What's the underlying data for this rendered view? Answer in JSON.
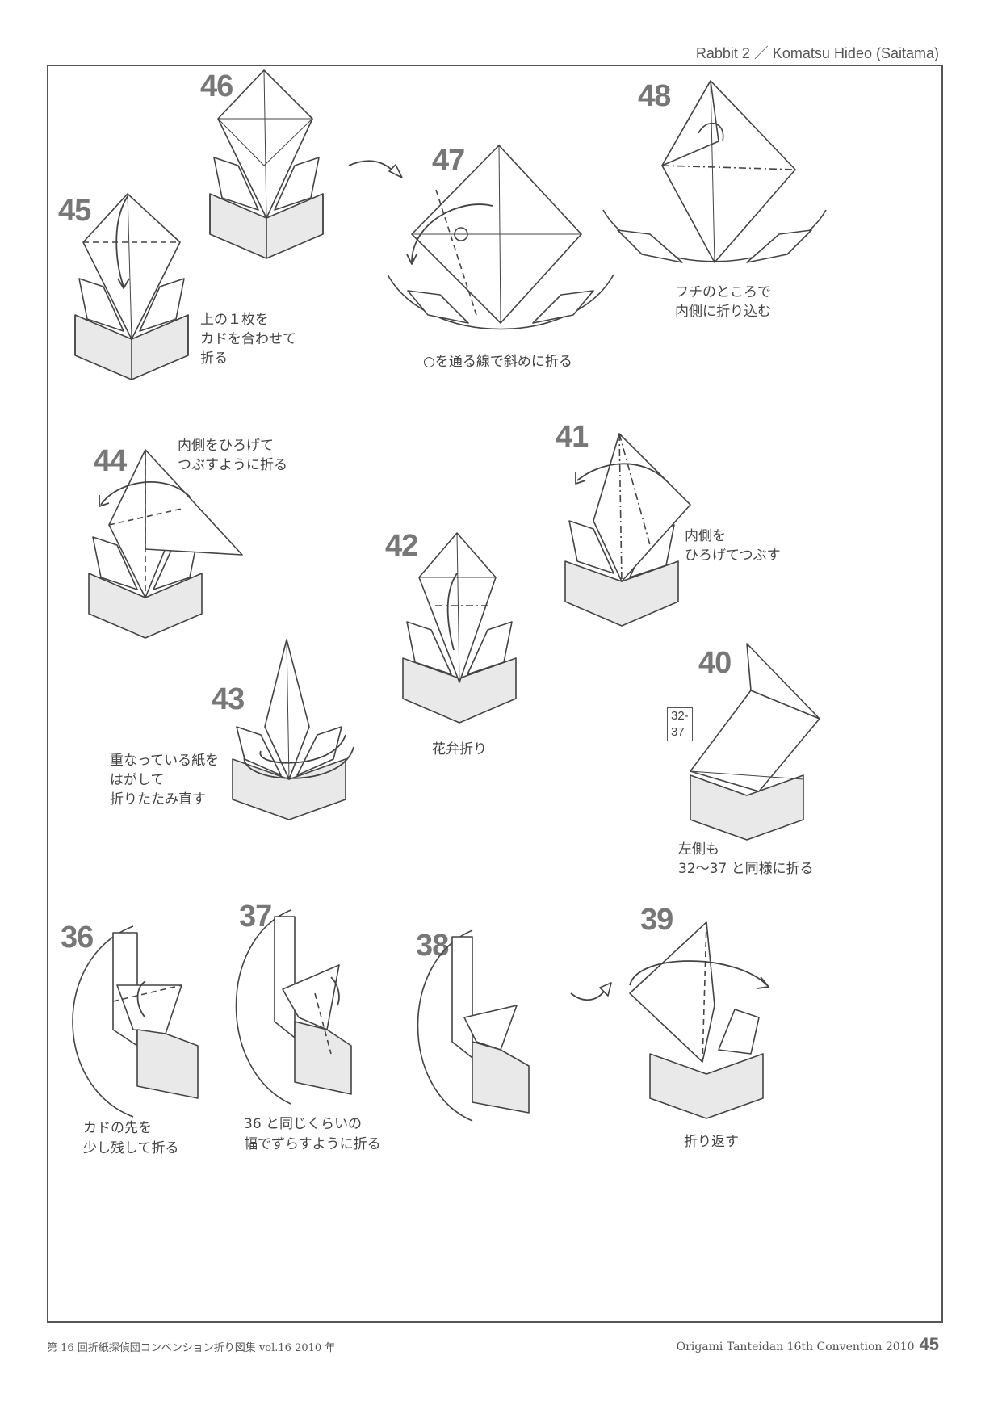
{
  "header": {
    "title": "Rabbit 2 ／ Komatsu Hideo (Saitama)"
  },
  "steps": [
    {
      "num": "45",
      "caption": [
        "上の１枚を",
        "カドを合わせて",
        "折る"
      ]
    },
    {
      "num": "46",
      "caption": []
    },
    {
      "num": "47",
      "caption": [
        "○を通る線で斜めに折る"
      ]
    },
    {
      "num": "48",
      "caption": [
        "フチのところで",
        "内側に折り込む"
      ]
    },
    {
      "num": "44",
      "caption": [
        "内側をひろげて",
        "つぶすように折る"
      ]
    },
    {
      "num": "41",
      "caption": [
        "内側を",
        "ひろげてつぶす"
      ]
    },
    {
      "num": "42",
      "caption": [
        "花弁折り"
      ]
    },
    {
      "num": "43",
      "caption": [
        "重なっている紙を",
        "はがして",
        "折りたたみ直す"
      ]
    },
    {
      "num": "40",
      "caption": [
        "左側も",
        "32〜37 と同様に折る"
      ],
      "ref": "32-37"
    },
    {
      "num": "36",
      "caption": [
        "カドの先を",
        "少し残して折る"
      ]
    },
    {
      "num": "37",
      "caption": [
        "36 と同じくらいの",
        "幅でずらすように折る"
      ]
    },
    {
      "num": "38",
      "caption": []
    },
    {
      "num": "39",
      "caption": [
        "折り返す"
      ]
    }
  ],
  "footer": {
    "left": "第 16 回折紙探偵団コンベンション折り図集 vol.16 2010 年",
    "right": "Origami Tanteidan 16th Convention 2010",
    "page": "45"
  }
}
